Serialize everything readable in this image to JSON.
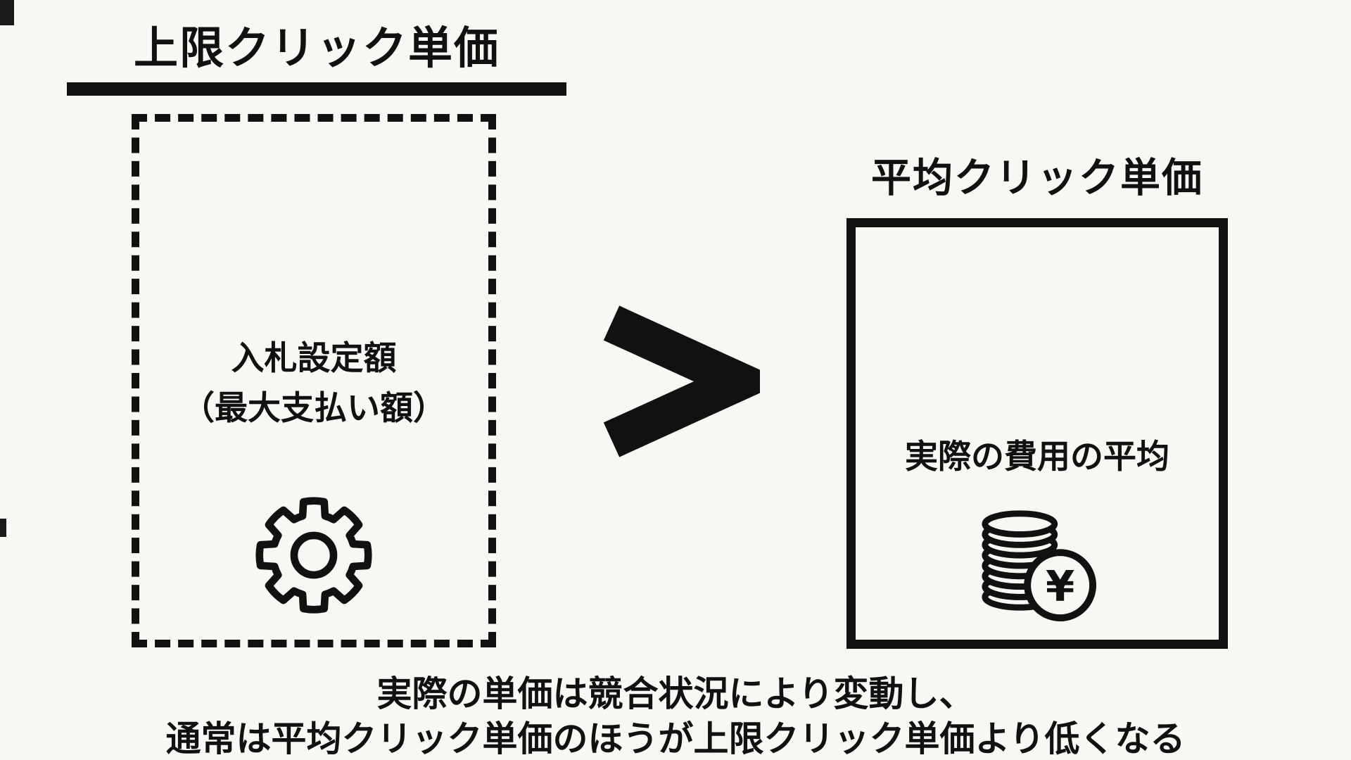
{
  "left": {
    "title": "上限クリック単価",
    "label_line1": "入札設定額",
    "label_line2": "（最大支払い額）",
    "icon": "gear-icon"
  },
  "comparison": {
    "operator": ">"
  },
  "right": {
    "title": "平均クリック単価",
    "label": "実際の費用の平均",
    "icon": "coins-yen-icon",
    "currency_symbol": "¥"
  },
  "caption": {
    "line1": "実際の単価は競合状況により変動し、",
    "line2": "通常は平均クリック単価のほうが上限クリック単価より低くなる"
  },
  "colors": {
    "ink": "#111111",
    "background": "#f8f7f4"
  }
}
